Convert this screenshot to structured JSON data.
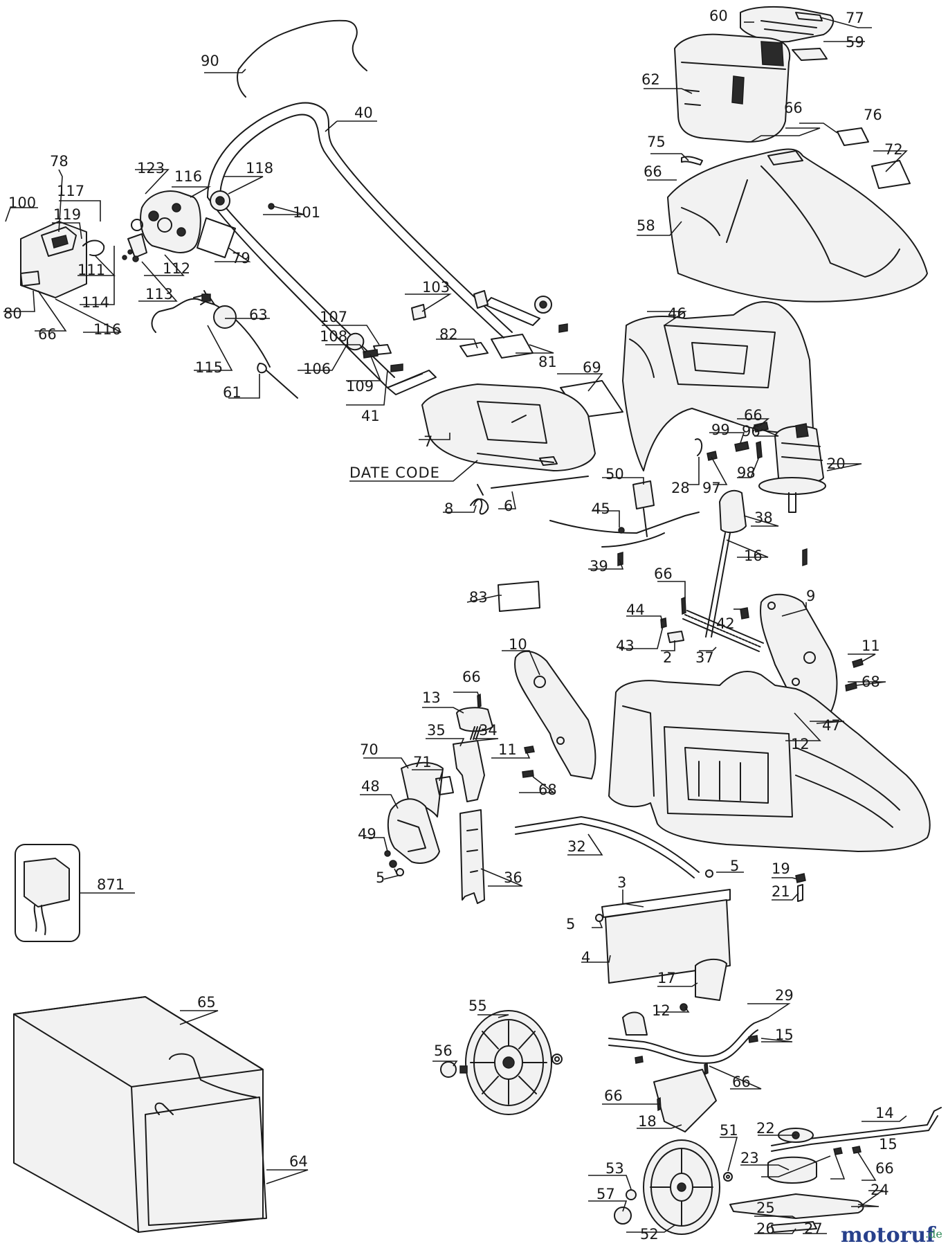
{
  "diagram": {
    "date_code_label": "DATE CODE",
    "labels": [
      {
        "id": "l90",
        "text": "90"
      },
      {
        "id": "l40",
        "text": "40"
      },
      {
        "id": "l60",
        "text": "60"
      },
      {
        "id": "l77",
        "text": "77"
      },
      {
        "id": "l59",
        "text": "59"
      },
      {
        "id": "l62",
        "text": "62"
      },
      {
        "id": "l66a",
        "text": "66"
      },
      {
        "id": "l76",
        "text": "76"
      },
      {
        "id": "l75",
        "text": "75"
      },
      {
        "id": "l72",
        "text": "72"
      },
      {
        "id": "l66b",
        "text": "66"
      },
      {
        "id": "l58",
        "text": "58"
      },
      {
        "id": "l78",
        "text": "78"
      },
      {
        "id": "l123",
        "text": "123"
      },
      {
        "id": "l116a",
        "text": "116"
      },
      {
        "id": "l118",
        "text": "118"
      },
      {
        "id": "l100",
        "text": "100"
      },
      {
        "id": "l117",
        "text": "117"
      },
      {
        "id": "l119",
        "text": "119"
      },
      {
        "id": "l101",
        "text": "101"
      },
      {
        "id": "l79",
        "text": "79"
      },
      {
        "id": "l112",
        "text": "112"
      },
      {
        "id": "l111",
        "text": "111"
      },
      {
        "id": "l80",
        "text": "80"
      },
      {
        "id": "l114",
        "text": "114"
      },
      {
        "id": "l113",
        "text": "113"
      },
      {
        "id": "l63",
        "text": "63"
      },
      {
        "id": "l103",
        "text": "103"
      },
      {
        "id": "l66c",
        "text": "66"
      },
      {
        "id": "l116b",
        "text": "116"
      },
      {
        "id": "l107",
        "text": "107"
      },
      {
        "id": "l108",
        "text": "108"
      },
      {
        "id": "l82",
        "text": "82"
      },
      {
        "id": "l81",
        "text": "81"
      },
      {
        "id": "l46",
        "text": "46"
      },
      {
        "id": "l115",
        "text": "115"
      },
      {
        "id": "l106",
        "text": "106"
      },
      {
        "id": "l109",
        "text": "109"
      },
      {
        "id": "l69",
        "text": "69"
      },
      {
        "id": "l61",
        "text": "61"
      },
      {
        "id": "l41",
        "text": "41"
      },
      {
        "id": "l7",
        "text": "7"
      },
      {
        "id": "l66d",
        "text": "66"
      },
      {
        "id": "l99",
        "text": "99"
      },
      {
        "id": "l96",
        "text": "96"
      },
      {
        "id": "l20",
        "text": "20"
      },
      {
        "id": "l50",
        "text": "50"
      },
      {
        "id": "l28",
        "text": "28"
      },
      {
        "id": "l97",
        "text": "97"
      },
      {
        "id": "l98",
        "text": "98"
      },
      {
        "id": "l8",
        "text": "8"
      },
      {
        "id": "l6",
        "text": "6"
      },
      {
        "id": "l45",
        "text": "45"
      },
      {
        "id": "l38",
        "text": "38"
      },
      {
        "id": "l39",
        "text": "39"
      },
      {
        "id": "l16",
        "text": "16"
      },
      {
        "id": "l83",
        "text": "83"
      },
      {
        "id": "l66e",
        "text": "66"
      },
      {
        "id": "l44",
        "text": "44"
      },
      {
        "id": "l42",
        "text": "42"
      },
      {
        "id": "l9",
        "text": "9"
      },
      {
        "id": "l43",
        "text": "43"
      },
      {
        "id": "l2",
        "text": "2"
      },
      {
        "id": "l37",
        "text": "37"
      },
      {
        "id": "l10",
        "text": "10"
      },
      {
        "id": "l11a",
        "text": "11"
      },
      {
        "id": "l68a",
        "text": "68"
      },
      {
        "id": "l66f",
        "text": "66"
      },
      {
        "id": "l13",
        "text": "13"
      },
      {
        "id": "l47",
        "text": "47"
      },
      {
        "id": "l12a",
        "text": "12"
      },
      {
        "id": "l35",
        "text": "35"
      },
      {
        "id": "l34",
        "text": "34"
      },
      {
        "id": "l11b",
        "text": "11"
      },
      {
        "id": "l70",
        "text": "70"
      },
      {
        "id": "l71",
        "text": "71"
      },
      {
        "id": "l68b",
        "text": "68"
      },
      {
        "id": "l48",
        "text": "48"
      },
      {
        "id": "l49",
        "text": "49"
      },
      {
        "id": "l32",
        "text": "32"
      },
      {
        "id": "l871",
        "text": "871"
      },
      {
        "id": "l5a",
        "text": "5"
      },
      {
        "id": "l36",
        "text": "36"
      },
      {
        "id": "l5b",
        "text": "5"
      },
      {
        "id": "l19",
        "text": "19"
      },
      {
        "id": "l3",
        "text": "3"
      },
      {
        "id": "l21",
        "text": "21"
      },
      {
        "id": "l5c",
        "text": "5"
      },
      {
        "id": "l4",
        "text": "4"
      },
      {
        "id": "l17",
        "text": "17"
      },
      {
        "id": "l65",
        "text": "65"
      },
      {
        "id": "l55",
        "text": "55"
      },
      {
        "id": "l12b",
        "text": "12"
      },
      {
        "id": "l29",
        "text": "29"
      },
      {
        "id": "l15a",
        "text": "15"
      },
      {
        "id": "l56",
        "text": "56"
      },
      {
        "id": "l66g",
        "text": "66"
      },
      {
        "id": "l66h",
        "text": "66"
      },
      {
        "id": "l18",
        "text": "18"
      },
      {
        "id": "l14",
        "text": "14"
      },
      {
        "id": "l51",
        "text": "51"
      },
      {
        "id": "l22",
        "text": "22"
      },
      {
        "id": "l64",
        "text": "64"
      },
      {
        "id": "l15b",
        "text": "15"
      },
      {
        "id": "l53",
        "text": "53"
      },
      {
        "id": "l23",
        "text": "23"
      },
      {
        "id": "l66i",
        "text": "66"
      },
      {
        "id": "l57",
        "text": "57"
      },
      {
        "id": "l24",
        "text": "24"
      },
      {
        "id": "l25",
        "text": "25"
      },
      {
        "id": "l52",
        "text": "52"
      },
      {
        "id": "l26",
        "text": "26"
      },
      {
        "id": "l27",
        "text": "27"
      }
    ]
  },
  "watermark": {
    "brand": "motoruf",
    "suffix": ".de"
  }
}
